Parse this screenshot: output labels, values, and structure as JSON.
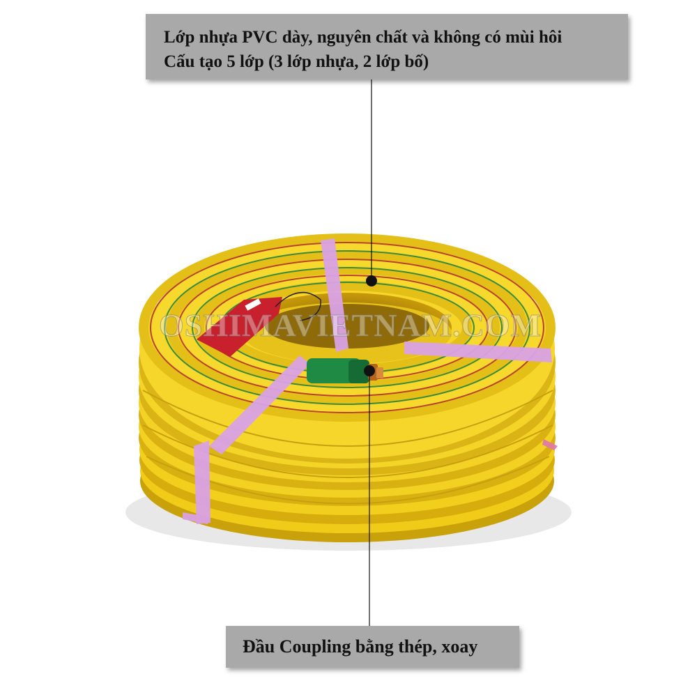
{
  "callouts": {
    "top_line1": "Lớp nhựa PVC dày, nguyên chất và không có mùi hôi",
    "top_line2": "Cấu tạo 5 lớp (3 lớp nhựa, 2 lớp bố)",
    "bottom": "Đầu Coupling bằng thép, xoay"
  },
  "watermark": "OSHIMAVIETNAM.COM",
  "colors": {
    "hose_yellow": "#f2cf1c",
    "hose_shadow": "#c9a10a",
    "strap_pink": "#d9a2e6",
    "tag_red": "#c8202c",
    "coupling_green": "#1e8a44",
    "callout_gray": "#a9a9a9"
  },
  "icons": [
    "callout-dot-icon",
    "callout-dot-icon"
  ]
}
